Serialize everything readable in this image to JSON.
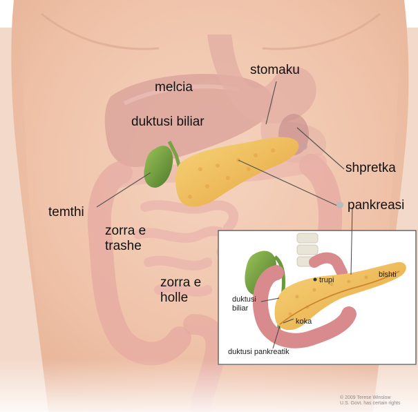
{
  "labels": {
    "melcia": "melcia",
    "stomaku": "stomaku",
    "duktusi_biliar": "duktusi biliar",
    "shpretka": "shpretka",
    "temthi": "temthi",
    "pankreasi": "pankreasi",
    "zorra_e_trashe_line1": "zorra e",
    "zorra_e_trashe_line2": "trashe",
    "zorra_e_holle_line1": "zorra e",
    "zorra_e_holle_line2": "holle"
  },
  "inset_labels": {
    "trupi": "trupi",
    "bishti": "bishti",
    "duktusi_line1": "duktusi",
    "duktusi_line2": "biliar",
    "koka": "koka",
    "duktusi_pankreatik": "duktusi pankreatik"
  },
  "credit": {
    "line1": "© 2009 Terese Winslow",
    "line2": "U.S. Govt. has certain rights"
  },
  "colors": {
    "skin": "#efc6ae",
    "pancreas": "#f0bb5a",
    "gallbladder": "#6f9a3e",
    "intestine": "#e7a9a3",
    "inset_border": "#666666"
  }
}
